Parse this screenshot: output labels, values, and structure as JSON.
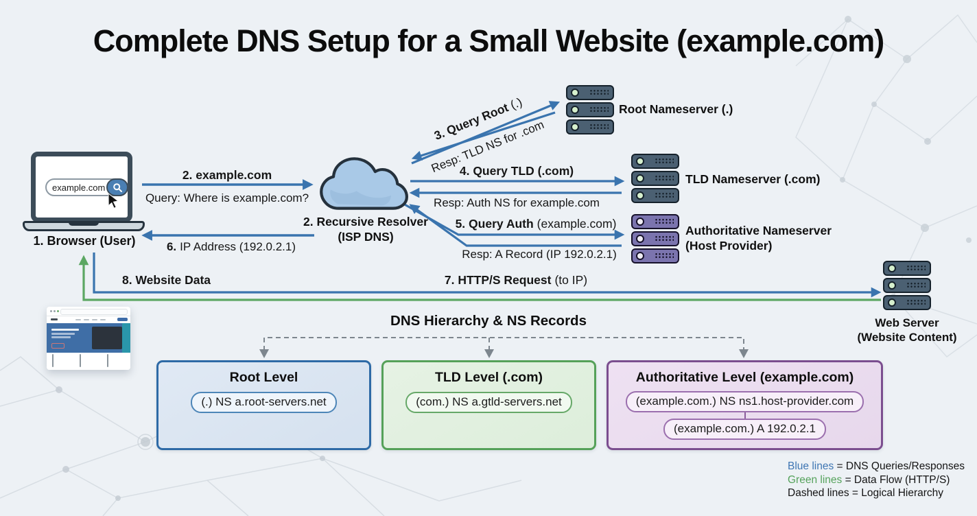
{
  "title": "Complete DNS Setup for a Small Website (example.com)",
  "nodes": {
    "browser": {
      "label": "1. Browser (User)",
      "search_value": "example.com"
    },
    "resolver": {
      "label_line1": "2. Recursive Resolver",
      "label_line2": "(ISP DNS)"
    },
    "root_ns": {
      "label": "Root Nameserver (.)"
    },
    "tld_ns": {
      "label": "TLD Nameserver (.com)"
    },
    "auth_ns": {
      "label_line1": "Authoritative Nameserver",
      "label_line2": "(Host Provider)"
    },
    "web_server": {
      "label_line1": "Web Server",
      "label_line2": "(Website Content)"
    }
  },
  "flows": {
    "step2": {
      "label_bold": "2. example.com",
      "sublabel": "Query: Where is example.com?"
    },
    "step3": {
      "label_bold": "3. Query Root",
      "label_rest": "(.)",
      "response": "Resp: TLD NS for .com"
    },
    "step4": {
      "label_bold": "4. Query TLD (.com)",
      "response": "Resp: Auth NS for example.com"
    },
    "step5": {
      "label_bold": "5. Query Auth",
      "label_rest": "(example.com)",
      "response": "Resp: A Record (IP 192.0.2.1)"
    },
    "step6": {
      "label_bold": "6.",
      "label_rest": "IP Address (192.0.2.1)"
    },
    "step7": {
      "label_bold": "7. HTTP/S Request",
      "label_rest": "(to IP)"
    },
    "step8": {
      "label_bold": "8. Website Data"
    }
  },
  "hierarchy": {
    "heading": "DNS Hierarchy & NS Records",
    "boxes": [
      {
        "title": "Root Level",
        "records": [
          "(.) NS a.root-servers.net"
        ]
      },
      {
        "title": "TLD Level (.com)",
        "records": [
          "(com.) NS a.gtld-servers.net"
        ]
      },
      {
        "title": "Authoritative Level (example.com)",
        "records": [
          "(example.com.) NS ns1.host-provider.com",
          "(example.com.) A 192.0.2.1"
        ]
      }
    ]
  },
  "legend": [
    {
      "term": "Blue lines",
      "rest": " = DNS Queries/Responses"
    },
    {
      "term": "Green lines",
      "rest": " = Data Flow (HTTP/S)"
    },
    {
      "term": "Dashed lines",
      "rest": " = Logical Hierarchy"
    }
  ],
  "colors": {
    "query_blue": "#3a74ae",
    "data_green": "#5ca763",
    "dashed_gray": "#7d868e",
    "legend_blue": "#3f76b3",
    "legend_green": "#55a25b"
  }
}
